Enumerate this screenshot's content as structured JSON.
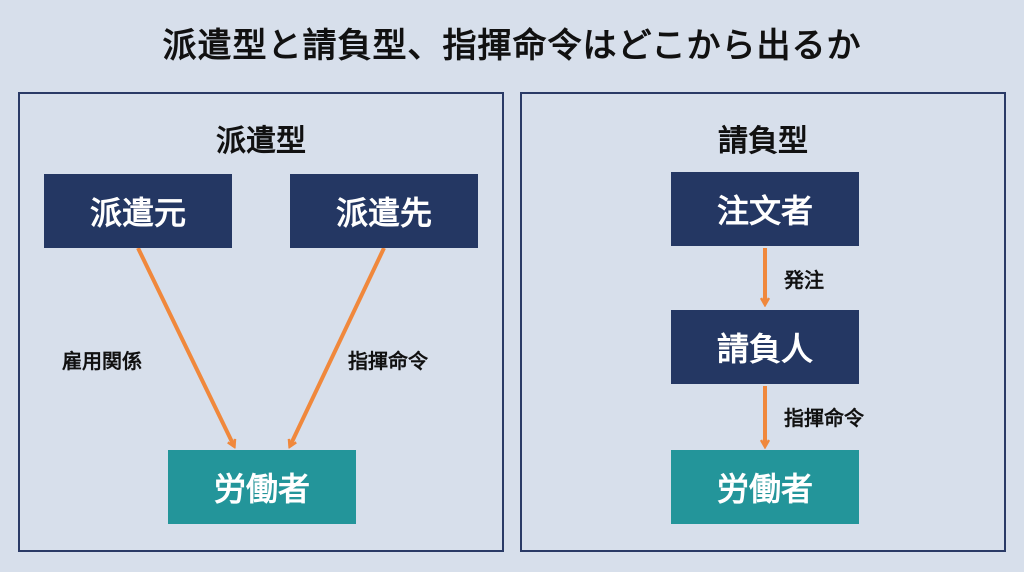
{
  "page": {
    "title": "派遣型と請負型、指揮命令はどこから出るか"
  },
  "dispatch": {
    "title": "派遣型",
    "source_label": "派遣元",
    "client_label": "派遣先",
    "worker_label": "労働者",
    "employment_label": "雇用関係",
    "command_label": "指揮命令"
  },
  "contract": {
    "title": "請負型",
    "orderer_label": "注文者",
    "contractor_label": "請負人",
    "worker_label": "労働者",
    "order_label": "発注",
    "command_label": "指揮命令"
  },
  "colors": {
    "navy": "#243763",
    "teal": "#23959a",
    "arrow": "#f0883c",
    "border": "#2a3a66"
  }
}
